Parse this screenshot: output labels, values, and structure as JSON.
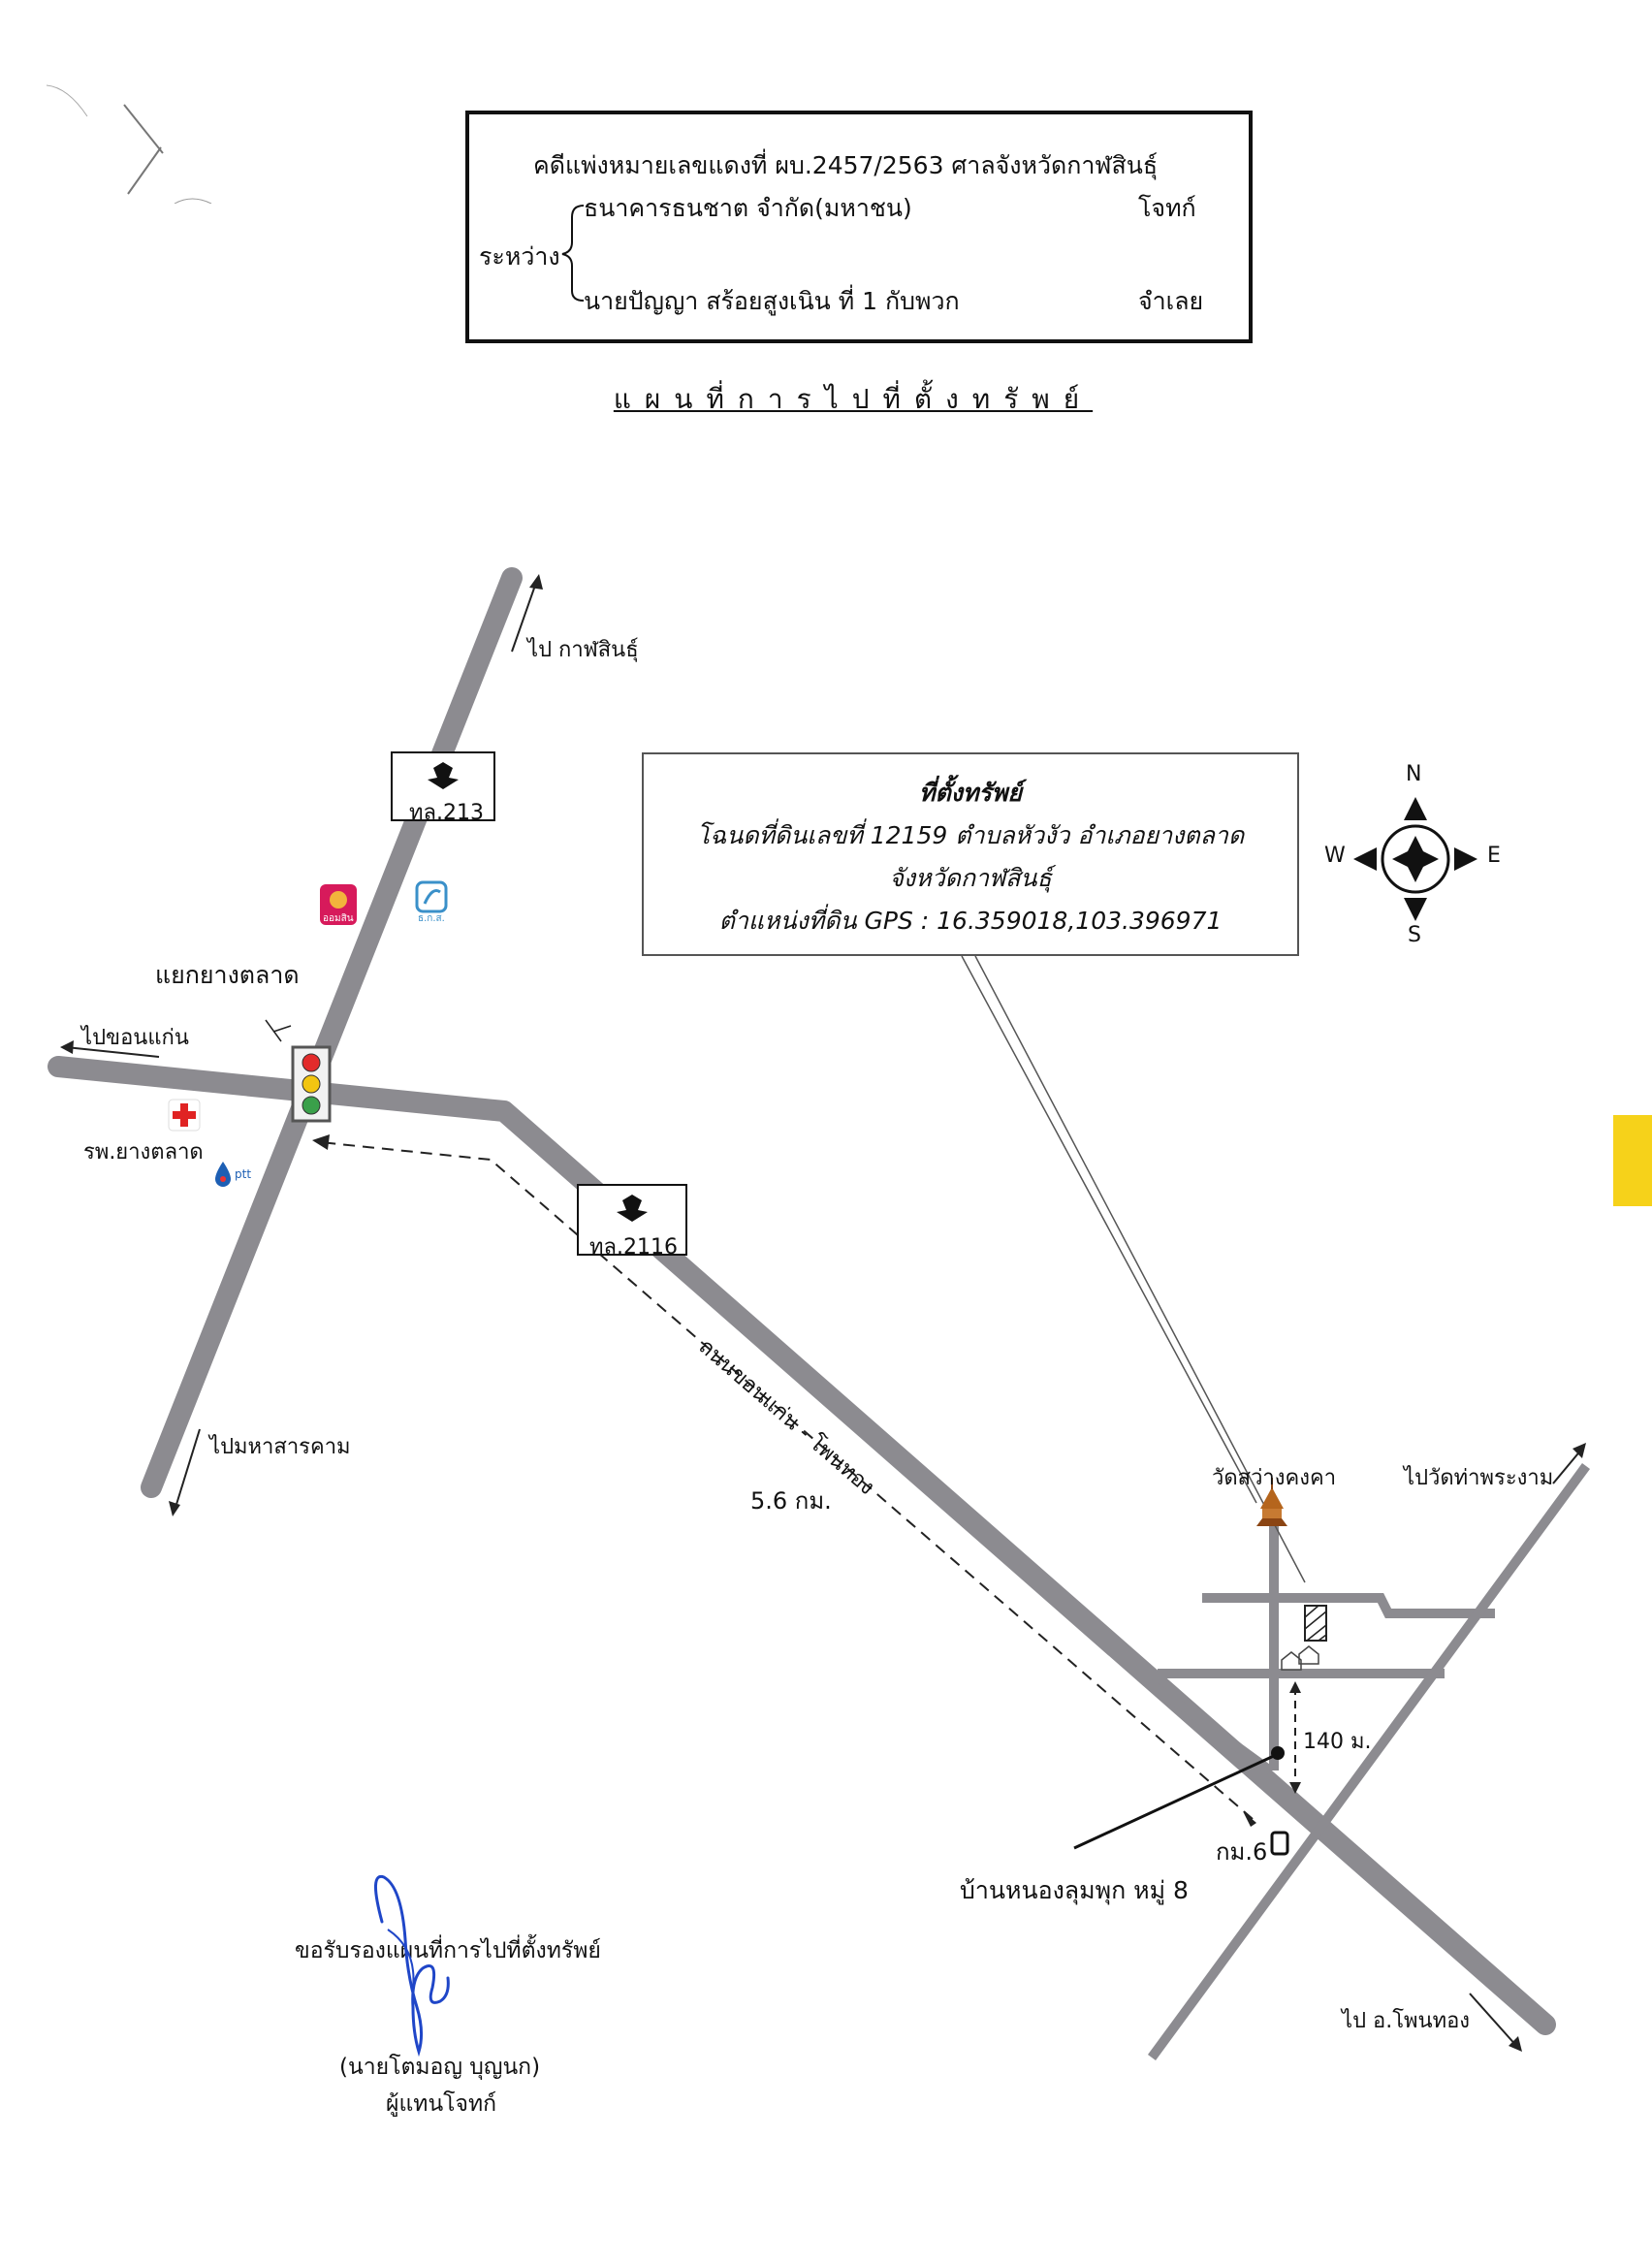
{
  "case": {
    "case_number": "คดีแพ่งหมายเลขแดงที่  ผบ.2457/2563   ศาลจังหวัดกาฬสินธุ์",
    "between_label": "ระหว่าง",
    "plaintiff_name": "ธนาคารธนชาต จำกัด(มหาชน)",
    "plaintiff_role": "โจทก์",
    "defendant_name": "นายปัญญา  สร้อยสูงเนิน  ที่  1  กับพวก",
    "defendant_role": "จำเลย"
  },
  "map_title": "แผนที่การไปที่ตั้งทรัพย์",
  "property": {
    "heading": "ที่ตั้งทรัพย์",
    "deed_line": "โฉนดที่ดินเลขที่ 12159 ตำบลหัวงัว  อำเภอยางตลาด",
    "province_line": "จังหวัดกาฬสินธุ์",
    "gps_line": "ตำแหน่งที่ดิน GPS : 16.359018,103.396971"
  },
  "compass": {
    "n": "N",
    "s": "S",
    "e": "E",
    "w": "W"
  },
  "labels": {
    "to_kalasin": "ไป กาฬสินธุ์",
    "highway_213": "ทล.213",
    "highway_2116": "ทล.2116",
    "junction": "แยกยางตลาด",
    "to_khonkaen": "ไปขอนแก่น",
    "hospital": "รพ.ยางตลาด",
    "to_mahasarakham": "ไปมหาสารคาม",
    "road_name": "ถนนขอนแก่น - โพนทอง",
    "distance": "5.6 กม.",
    "temple": "วัดสว่างคงคา",
    "to_tha_phra_ngam": "ไปวัดท่าพระงาม",
    "distance_140": "140 ม.",
    "km_marker": "กม.6",
    "village": "บ้านหนองลุมพุก หมู่ 8",
    "to_phon_thong": "ไป อ.โพนทอง",
    "gsb_logo": "ออมสิน",
    "baac_logo": "ธ.ก.ส.",
    "ptt_logo": "ptt"
  },
  "certification": {
    "statement": "ขอรับรองแผนที่การไปที่ตั้งทรัพย์",
    "name": "(นายโตมอญ   บุญนก)",
    "role": "ผู้แทนโจทก์"
  },
  "colors": {
    "road": "#8c8b90",
    "signature": "#1f46c8",
    "tab": "#f6d21a"
  }
}
